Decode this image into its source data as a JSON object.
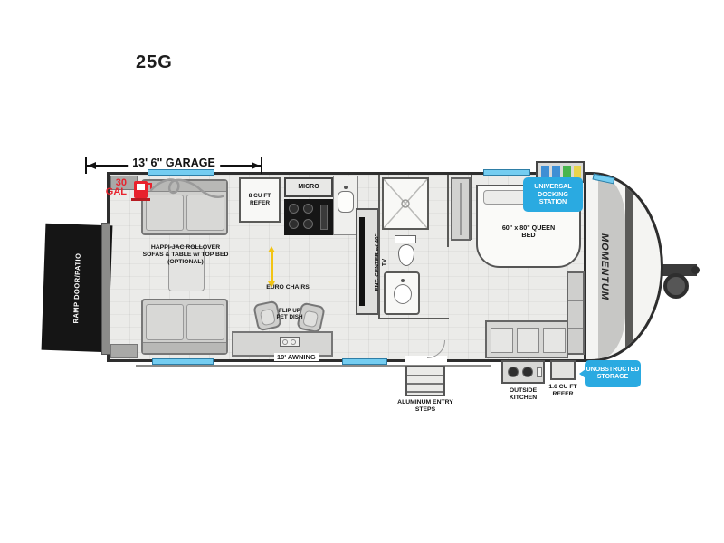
{
  "model": "25G",
  "dimensions": {
    "garage": "13' 6\" GARAGE"
  },
  "fuel": {
    "qty": "30",
    "unit": "GAL"
  },
  "callouts": {
    "docking": "UNIVERSAL DOCKING STATION",
    "storage": "UNOBSTRUCTED STORAGE"
  },
  "interior": {
    "refer": "8 CU FT REFER",
    "micro": "MICRO",
    "sofas": "HAPPI-JAC ROLLOVER SOFAS & TABLE w/ TOP BED (OPTIONAL)",
    "euro_chairs": "EURO CHAIRS",
    "pet_dish": "FLIP UP PET DISH",
    "ent_center": "ENT. CENTER w/ 40\" TV",
    "queen_bed": "60\" x 80\" QUEEN BED",
    "ramp": "RAMP DOOR/PATIO"
  },
  "exterior": {
    "awning": "19' AWNING",
    "steps": "ALUMINUM ENTRY STEPS",
    "outside_kitchen": "OUTSIDE KITCHEN",
    "small_refer": "1.6 CU FT REFER",
    "brand": "MOMENTUM"
  },
  "colors": {
    "callout_blue": "#2aaae1",
    "accent_red": "#e8222d",
    "window_blue": "#74cdf1",
    "floor_gray": "#ebebe9",
    "outline_dark": "#2e2e2e",
    "ramp_black": "#151515"
  }
}
